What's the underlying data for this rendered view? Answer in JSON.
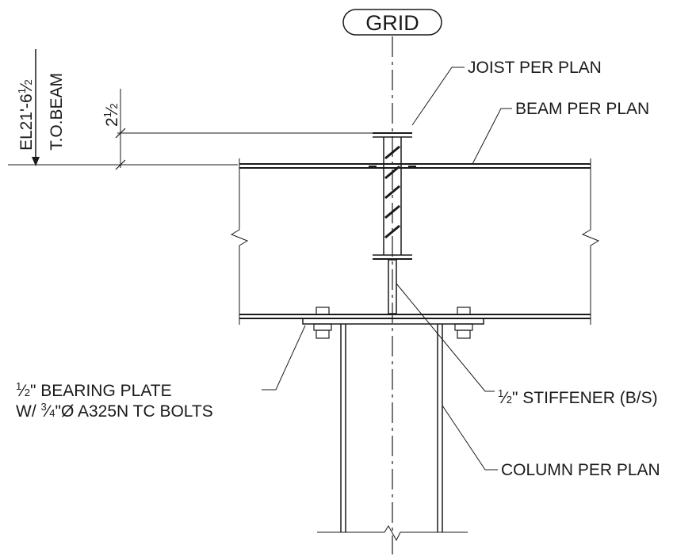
{
  "drawing": {
    "grid_label": "GRID",
    "elevation": {
      "prefix": "EL21'-6",
      "frac_num": "1",
      "frac_den": "2"
    },
    "top_of_beam": "T.O.BEAM",
    "offset_dim": {
      "whole": "2",
      "frac_num": "1",
      "frac_den": "2"
    },
    "callouts": {
      "joist": "JOIST PER PLAN",
      "beam": "BEAM PER PLAN",
      "stiffener": {
        "frac_num": "1",
        "frac_den": "2",
        "text": "\" STIFFENER (B/S)"
      },
      "bearing_plate_line1": {
        "frac_num": "1",
        "frac_den": "2",
        "text": "\" BEARING PLATE"
      },
      "bearing_plate_line2": {
        "prefix": "W/ ",
        "frac_num": "3",
        "frac_den": "4",
        "text": "\"Ø A325N TC BOLTS"
      },
      "column": "COLUMN PER PLAN"
    }
  }
}
